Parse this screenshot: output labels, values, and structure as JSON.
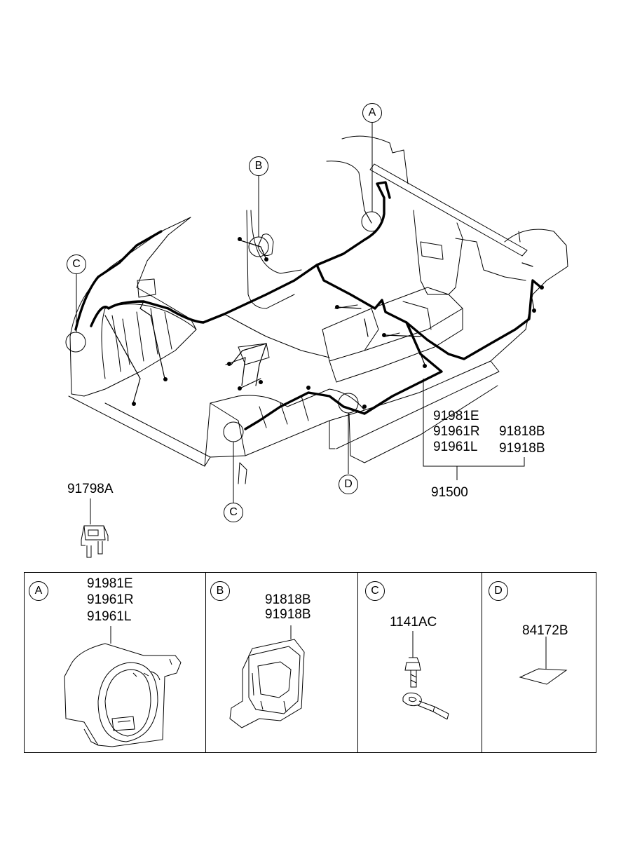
{
  "main_diagram": {
    "callouts": {
      "a": "A",
      "b": "B",
      "c_left": "C",
      "c_bottom": "C",
      "d": "D"
    },
    "part_numbers": {
      "harness_1": "91981E",
      "harness_2": "91961R",
      "harness_3": "91961L",
      "harness_4": "91818B",
      "harness_5": "91918B",
      "assembly": "91500",
      "fuse": "91798A"
    }
  },
  "detail_panels": [
    {
      "callout": "A",
      "parts": [
        "91981E",
        "91961R",
        "91961L"
      ]
    },
    {
      "callout": "B",
      "parts": [
        "91818B",
        "91918B"
      ]
    },
    {
      "callout": "C",
      "parts": [
        "1141AC"
      ]
    },
    {
      "callout": "D",
      "parts": [
        "84172B"
      ]
    }
  ]
}
